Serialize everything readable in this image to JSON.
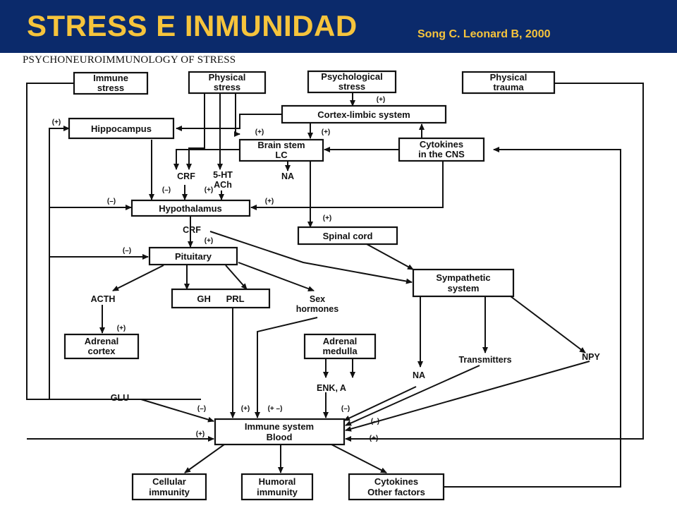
{
  "header": {
    "title": "STRESS  E INMUNIDAD",
    "citation": "Song C. Leonard B, 2000",
    "background_color": "#0b2a6b",
    "text_color": "#f6c43c"
  },
  "diagram": {
    "caption": "PSYCHONEUROIMMUNOLOGY OF STRESS",
    "nodes": {
      "immune_stress": [
        "Immune",
        "stress"
      ],
      "physical_stress": [
        "Physical",
        "stress"
      ],
      "psychological_stress": [
        "Psychological",
        "stress"
      ],
      "physical_trauma": [
        "Physical",
        "trauma"
      ],
      "cortex_limbic": [
        "Cortex-limbic system"
      ],
      "hippocampus": [
        "Hippocampus"
      ],
      "brain_stem": [
        "Brain stem",
        "LC"
      ],
      "cytokines_cns": [
        "Cytokines",
        "in the CNS"
      ],
      "hypothalamus": [
        "Hypothalamus"
      ],
      "spinal_cord": [
        "Spinal cord"
      ],
      "pituitary": [
        "Pituitary"
      ],
      "sympathetic": [
        "Sympathetic",
        "system"
      ],
      "gh_prl": [
        "GH      PRL"
      ],
      "adrenal_cortex": [
        "Adrenal",
        "cortex"
      ],
      "adrenal_medulla": [
        "Adrenal",
        "medulla"
      ],
      "immune_blood": [
        "Immune system",
        "Blood"
      ],
      "cellular": [
        "Cellular",
        "immunity"
      ],
      "humoral": [
        "Humoral",
        "immunity"
      ],
      "cytokines_other": [
        "Cytokines",
        "Other factors"
      ]
    },
    "labels": {
      "crf_top": "CRF",
      "ht_ach": [
        "5-HT",
        "ACh"
      ],
      "na_top": "NA",
      "crf_mid": "CRF",
      "acth": "ACTH",
      "sex_hormones": [
        "Sex",
        "hormones"
      ],
      "transmitters": "Transmitters",
      "npy": "NPY",
      "na_bottom": "NA",
      "enk_a": "ENK, A",
      "glu": "GLU"
    },
    "signs": {
      "plus": "(+)",
      "minus": "(–)",
      "plus_minus": "(+ –)"
    }
  }
}
